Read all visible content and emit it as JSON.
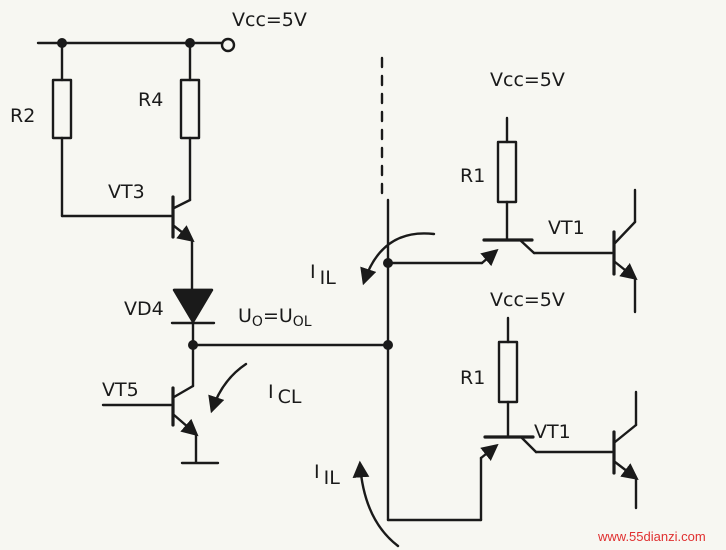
{
  "diagram": {
    "supply_top": "Vcc=5V",
    "supply_r1_upper": "Vcc=5V",
    "supply_r1_lower": "Vcc=5V",
    "resistors": {
      "r2": "R2",
      "r4": "R4",
      "r1_upper": "R1",
      "r1_lower": "R1"
    },
    "transistors": {
      "vt3": "VT3",
      "vt5": "VT5",
      "vt1_upper": "VT1",
      "vt1_lower": "VT1"
    },
    "diode": "VD4",
    "output_voltage": {
      "main": "U",
      "sub1": "O",
      "eq": "=U",
      "sub2": "OL"
    },
    "currents": {
      "icl": {
        "main": "I",
        "sub": "CL"
      },
      "iil_upper": {
        "main": "I",
        "sub": "IL"
      },
      "iil_lower": {
        "main": "I",
        "sub": "IL"
      }
    }
  },
  "watermark": "www.55dianzi.com",
  "colors": {
    "ink": "#1a1a1a",
    "paper": "#f7f7f2",
    "watermark": "#e03030"
  }
}
